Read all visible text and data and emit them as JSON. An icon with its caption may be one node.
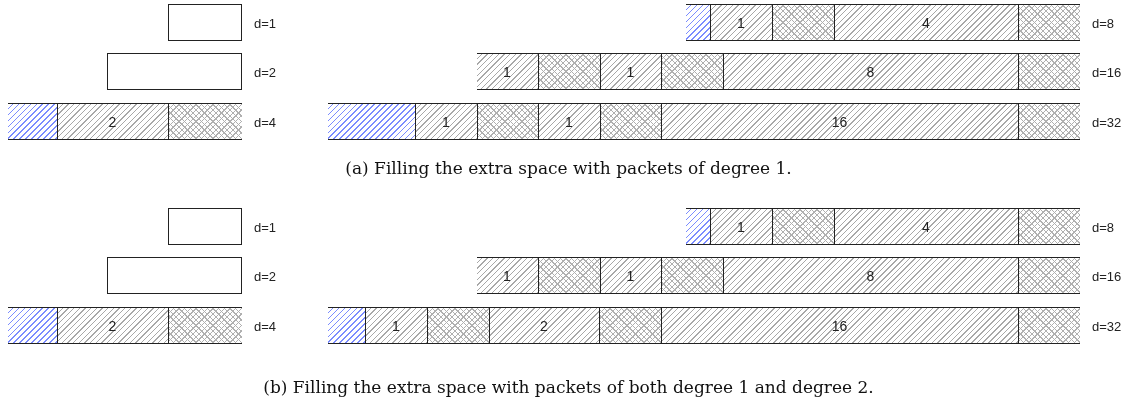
{
  "diagram": {
    "nodes": [
      {
        "text": [],
        "shape": "box",
        "beside": [
          "d=1"
        ]
      },
      {
        "text": [],
        "shape": "box",
        "beside": [
          "d=8"
        ]
      },
      {
        "text": [],
        "shape": "box",
        "in": 1
      },
      {
        "text": [
          "1"
        ],
        "in": 1
      },
      {
        "text": [],
        "shape": "box",
        "in": 1
      },
      {
        "text": [
          "4"
        ],
        "in": 1
      },
      {
        "text": [],
        "shape": "box",
        "in": 1
      },
      {
        "text": [],
        "shape": "box",
        "beside": [
          "d=2"
        ]
      },
      {
        "text": [],
        "shape": "box",
        "beside": [
          "d=16"
        ]
      },
      {
        "text": [
          "1"
        ],
        "in": 8
      },
      {
        "text": [],
        "shape": "box",
        "in": 8
      },
      {
        "text": [
          "1"
        ],
        "in": 8
      },
      {
        "text": [],
        "shape": "box",
        "in": 8
      },
      {
        "text": [
          "8"
        ],
        "in": 8
      },
      {
        "text": [],
        "shape": "box",
        "in": 8
      },
      {
        "text": [],
        "shape": "box",
        "beside": [
          "d=4"
        ]
      },
      {
        "text": [],
        "shape": "box",
        "in": 15
      },
      {
        "text": [
          "2"
        ],
        "in": 15
      },
      {
        "text": [],
        "shape": "box",
        "in": 15
      },
      {
        "text": [],
        "shape": "box",
        "beside": [
          "d=32"
        ]
      },
      {
        "text": [],
        "shape": "box",
        "in": 19
      },
      {
        "text": [
          "1"
        ],
        "in": 19
      },
      {
        "text": [],
        "shape": "box",
        "in": 19
      },
      {
        "text": [
          "1"
        ],
        "in": 19
      },
      {
        "text": [],
        "shape": "box",
        "in": 19
      },
      {
        "text": [
          "16"
        ],
        "in": 19
      },
      {
        "text": [],
        "shape": "box",
        "in": 19
      },
      {
        "text": [],
        "shape": "box",
        "beside": [
          "d=1"
        ]
      },
      {
        "text": [],
        "shape": "box",
        "beside": [
          "d=8"
        ]
      },
      {
        "text": [],
        "shape": "box",
        "in": 28
      },
      {
        "text": [
          "1"
        ],
        "in": 28
      },
      {
        "text": [],
        "shape": "box",
        "in": 28
      },
      {
        "text": [
          "4"
        ],
        "in": 28
      },
      {
        "text": [],
        "shape": "box",
        "in": 28
      },
      {
        "text": [],
        "shape": "box",
        "beside": [
          "d=2"
        ]
      },
      {
        "text": [],
        "shape": "box",
        "beside": [
          "d=16"
        ]
      },
      {
        "text": [
          "1"
        ],
        "in": 35
      },
      {
        "text": [],
        "shape": "box",
        "in": 35
      },
      {
        "text": [
          "1"
        ],
        "in": 35
      },
      {
        "text": [],
        "shape": "box",
        "in": 35
      },
      {
        "text": [
          "8"
        ],
        "in": 35
      },
      {
        "text": [],
        "shape": "box",
        "in": 35
      },
      {
        "text": [],
        "shape": "box",
        "beside": [
          "d=4"
        ]
      },
      {
        "text": [],
        "shape": "box",
        "in": 42
      },
      {
        "text": [
          "2"
        ],
        "in": 42
      },
      {
        "text": [],
        "shape": "box",
        "in": 42
      },
      {
        "text": [],
        "shape": "box",
        "beside": [
          "d=32"
        ]
      },
      {
        "text": [],
        "shape": "box",
        "in": 46
      },
      {
        "text": [
          "1"
        ],
        "in": 46
      },
      {
        "text": [],
        "shape": "box",
        "in": 46
      },
      {
        "text": [
          "2"
        ],
        "in": 46
      },
      {
        "text": [],
        "shape": "box",
        "in": 46
      },
      {
        "text": [
          "16"
        ],
        "in": 46
      },
      {
        "text": [],
        "shape": "box",
        "in": 46
      }
    ],
    "labels": [
      "(a) Filling the extra space with packets of degree 1.",
      "(b) Filling the extra space with packets of both degree 1 and degree 2."
    ]
  }
}
